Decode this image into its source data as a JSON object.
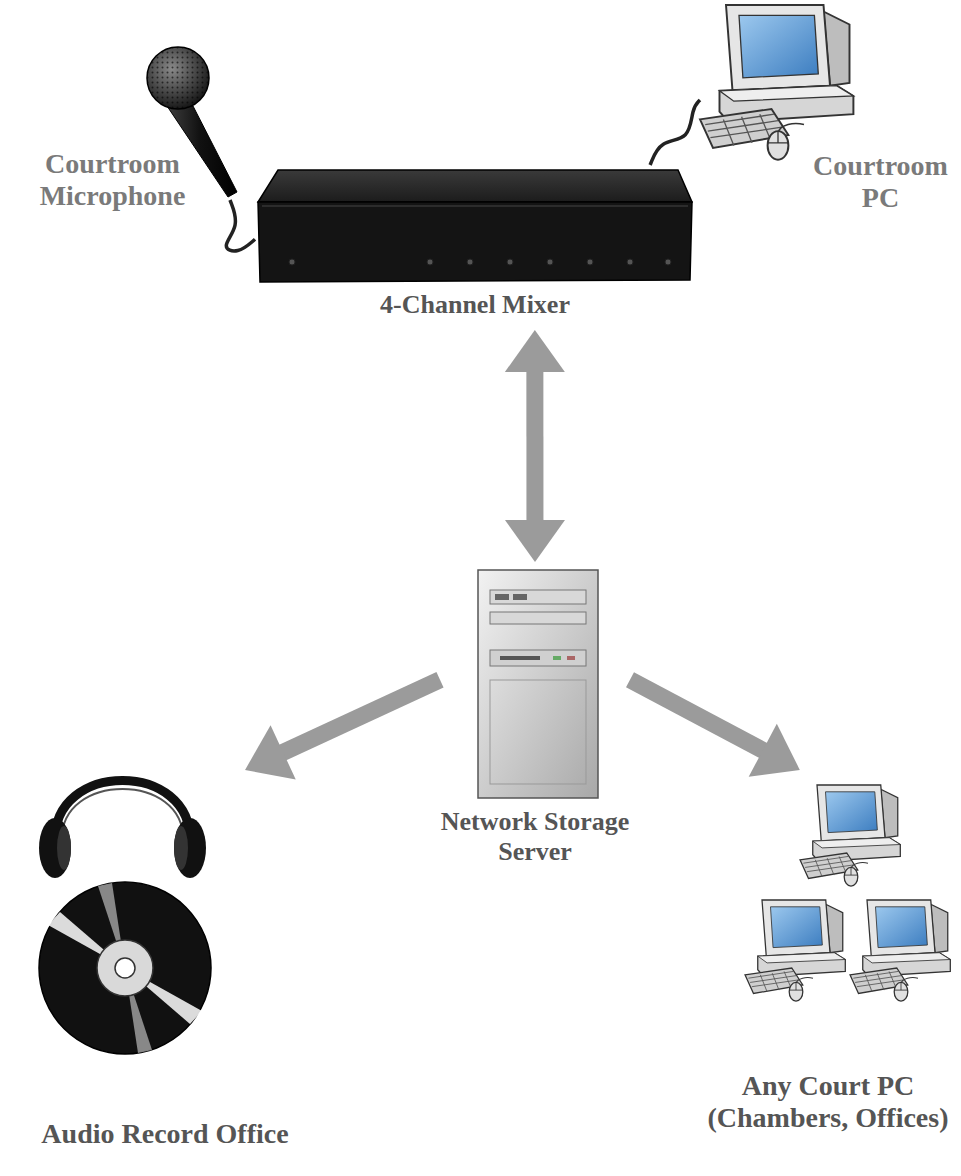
{
  "diagram": {
    "nodes": [
      {
        "text": [
          "Courtroom Microphone"
        ]
      },
      {
        "text": [
          "Courtroom PC"
        ]
      },
      {
        "text": [
          "4-Channel Mixer"
        ]
      },
      {
        "text": [
          "Network Storage Server"
        ]
      },
      {
        "text": [
          "Audio Record Office"
        ]
      },
      {
        "text": [
          "Any Court PC (Chambers, Offices)"
        ]
      }
    ],
    "edges": [
      {
        "from": 0,
        "to": 2,
        "arrow": "none"
      },
      {
        "from": 2,
        "to": 1,
        "arrow": "none"
      },
      {
        "from": 2,
        "to": 3,
        "arrow": "both"
      },
      {
        "from": 3,
        "to": 4,
        "arrow": "to"
      },
      {
        "from": 3,
        "to": 5,
        "arrow": "to"
      }
    ]
  }
}
